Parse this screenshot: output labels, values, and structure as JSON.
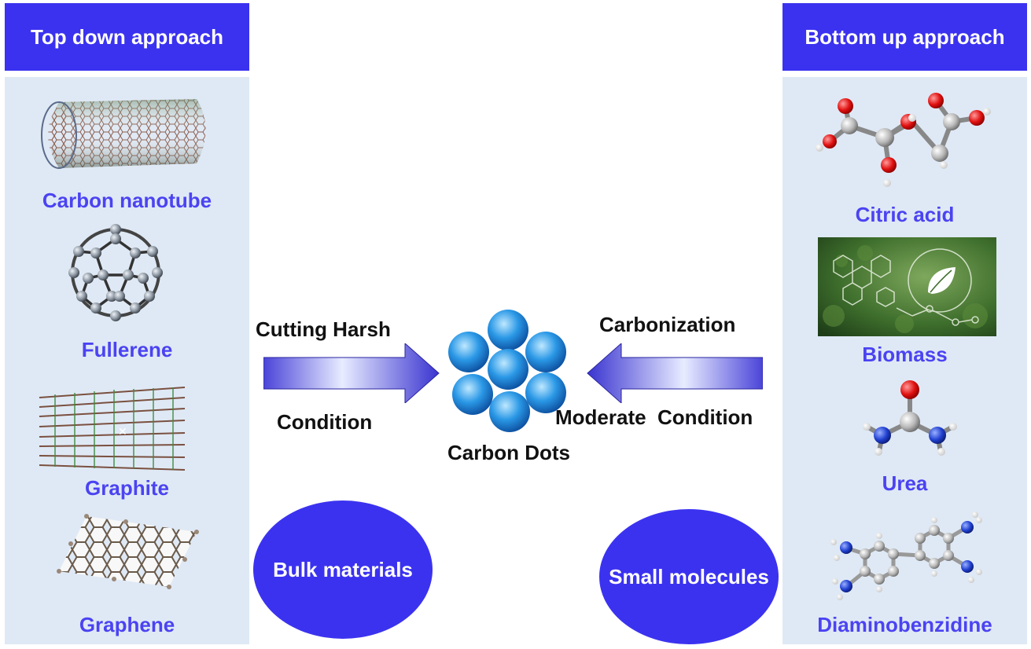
{
  "left": {
    "header": "Top down approach",
    "items": [
      "Carbon nanotube",
      "Fullerene",
      "Graphite",
      "Graphene"
    ]
  },
  "right": {
    "header": "Bottom up approach",
    "items": [
      "Citric acid",
      "Biomass",
      "Urea",
      "Diaminobenzidine"
    ]
  },
  "center": {
    "left_arrow_top": "Cutting Harsh",
    "left_arrow_bottom": "Condition",
    "right_arrow_top": "Carbonization",
    "right_arrow_bottom": "Moderate  Condition",
    "product": "Carbon Dots",
    "bulk": "Bulk materials",
    "small": "Small molecules"
  },
  "colors": {
    "accent": "#3b32f0",
    "label": "#4b43f2",
    "panel": "#dfe9f5"
  }
}
